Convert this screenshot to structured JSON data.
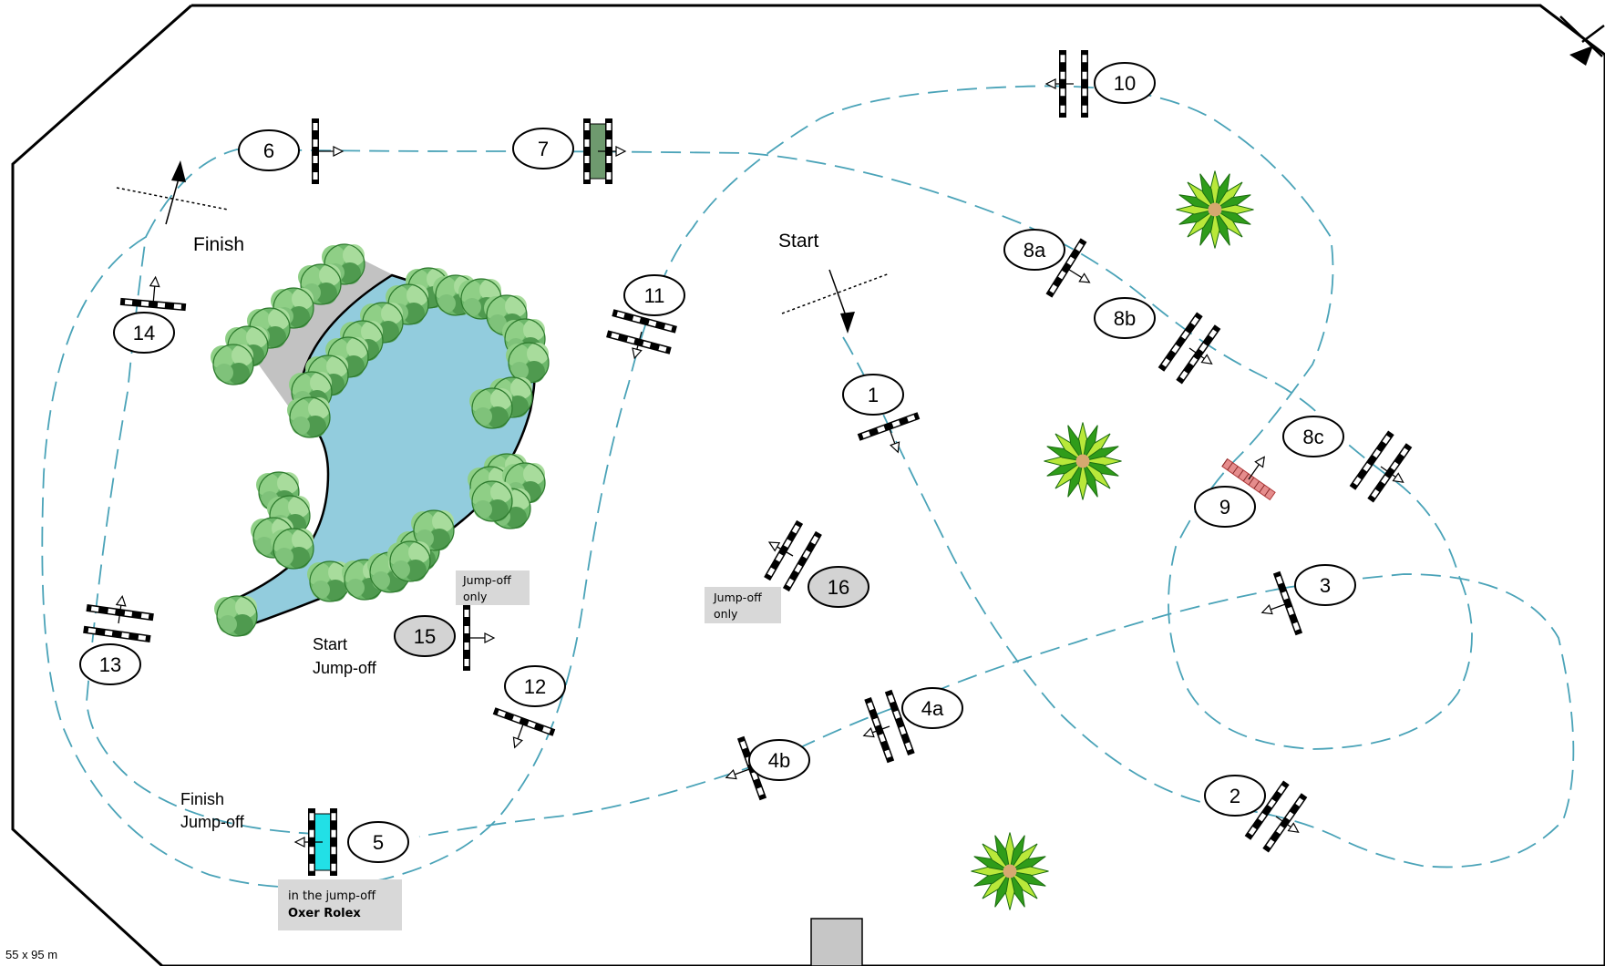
{
  "arena": {
    "size": "55 x 95 m",
    "colors": {
      "route": "#4aa3b8",
      "water": "#92ccdd",
      "bank": "#c2c2c2",
      "bush": "#5cab5c",
      "plant": "#2f9c1a",
      "highlight_oxer": "#22e0e6",
      "note_box": "#d8d8d8",
      "gate": "#c6c6c6"
    }
  },
  "labels": {
    "start": "Start",
    "finish": "Finish",
    "start_jumpoff": [
      "Start",
      "Jump-off"
    ],
    "finish_jumpoff": [
      "Finish",
      "Jump-off"
    ]
  },
  "notes": {
    "jumpoff_only_a": [
      "Jump-off",
      "only"
    ],
    "jumpoff_only_b": [
      "Jump-off",
      "only"
    ],
    "oxer_rolex": [
      "in the jump-off",
      "Oxer Rolex"
    ]
  },
  "obstacles": [
    {
      "label": "1"
    },
    {
      "label": "2"
    },
    {
      "label": "3"
    },
    {
      "label": "4a"
    },
    {
      "label": "4b"
    },
    {
      "label": "5"
    },
    {
      "label": "6"
    },
    {
      "label": "7"
    },
    {
      "label": "8a"
    },
    {
      "label": "8b"
    },
    {
      "label": "8c"
    },
    {
      "label": "9"
    },
    {
      "label": "10"
    },
    {
      "label": "11"
    },
    {
      "label": "12"
    },
    {
      "label": "13"
    },
    {
      "label": "14"
    },
    {
      "label": "15"
    },
    {
      "label": "16"
    }
  ]
}
